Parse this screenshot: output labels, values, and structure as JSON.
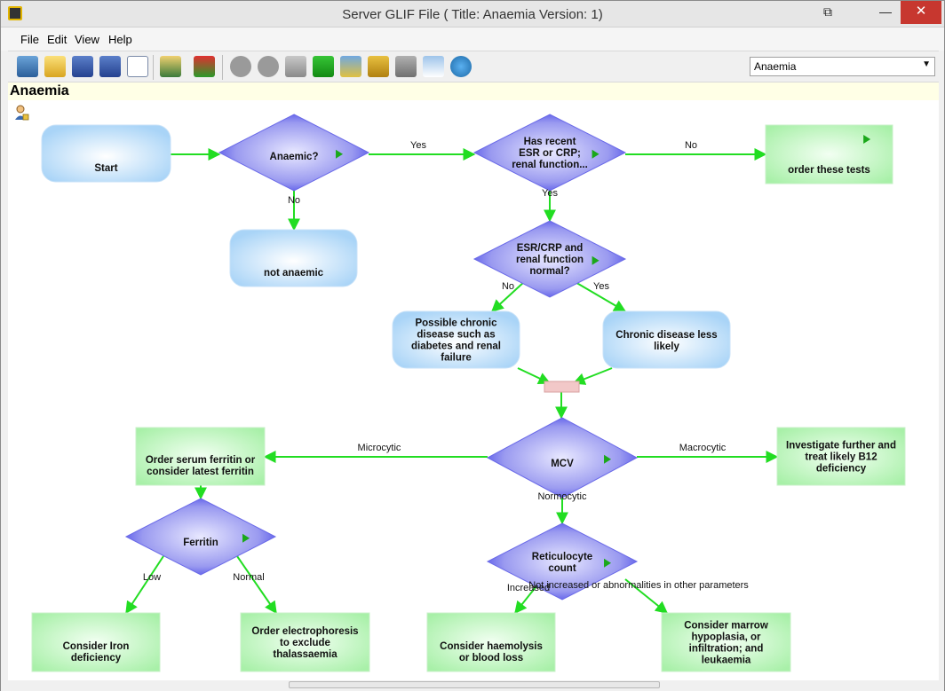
{
  "window": {
    "title": "Server GLIF File  ( Title: Anaemia Version: 1)",
    "restore_glyph": "⧉",
    "minimize_glyph": "—",
    "close_glyph": "✕"
  },
  "menu": [
    "File",
    "Edit",
    "View",
    "Help"
  ],
  "toolbar": {
    "icons": [
      "exit-icon",
      "open-folder-icon",
      "save-icon",
      "save-all-icon",
      "new-document-icon",
      "tree-view-icon",
      "hierarchy-icon",
      "back-arrow-icon",
      "forward-arrow-icon",
      "home-icon",
      "run-icon",
      "edit-pen-icon",
      "link-icon",
      "save-copy-icon",
      "copy-icon",
      "globe-icon"
    ],
    "combo_value": "Anaemia"
  },
  "document": {
    "title": "Anaemia"
  },
  "colors": {
    "rounded_node_top": "#a9d4f7",
    "rounded_node_center": "#ffffff",
    "decision_fill": "#9a9af0",
    "decision_dark": "#3d3de6",
    "action_fill": "#b4f5b4",
    "action_center": "#ebffeb",
    "edge": "#22dd22",
    "merge_fill": "#f2c8c8",
    "run_marker": "#1aa81a"
  },
  "nodes": [
    {
      "id": "start",
      "type": "rounded",
      "lines": [
        "Start"
      ]
    },
    {
      "id": "anaemic",
      "type": "decision",
      "lines": [
        "Anaemic?"
      ]
    },
    {
      "id": "recent_esr",
      "type": "decision",
      "lines": [
        "Has recent",
        "ESR or CRP;",
        "renal function..."
      ]
    },
    {
      "id": "order_tests",
      "type": "action",
      "lines": [
        "order these tests"
      ]
    },
    {
      "id": "not_anaemic",
      "type": "rounded",
      "lines": [
        "not anaemic"
      ]
    },
    {
      "id": "esr_normal",
      "type": "decision",
      "lines": [
        "ESR/CRP and",
        "renal function",
        "normal?"
      ]
    },
    {
      "id": "possible_chronic",
      "type": "rounded",
      "lines": [
        "Possible chronic",
        "disease such as",
        "diabetes and renal",
        "failure"
      ]
    },
    {
      "id": "chronic_less",
      "type": "rounded",
      "lines": [
        "Chronic disease less",
        "likely"
      ]
    },
    {
      "id": "merge",
      "type": "merge",
      "lines": []
    },
    {
      "id": "mcv",
      "type": "decision",
      "lines": [
        "MCV"
      ]
    },
    {
      "id": "serum_ferritin",
      "type": "action",
      "lines": [
        "Order serum ferritin or",
        "consider latest ferritin"
      ]
    },
    {
      "id": "investigate_b12",
      "type": "action",
      "lines": [
        "Investigate further and",
        "treat likely B12",
        "deficiency"
      ]
    },
    {
      "id": "ferritin",
      "type": "decision",
      "lines": [
        "Ferritin"
      ]
    },
    {
      "id": "reticulocyte",
      "type": "decision",
      "lines": [
        "Reticulocyte",
        "count"
      ]
    },
    {
      "id": "iron_deficiency",
      "type": "action",
      "lines": [
        "Consider Iron",
        "deficiency"
      ]
    },
    {
      "id": "electrophoresis",
      "type": "action",
      "lines": [
        "Order electrophoresis",
        "to exclude",
        "thalassaemia"
      ]
    },
    {
      "id": "haemolysis",
      "type": "action",
      "lines": [
        "Consider haemolysis",
        "or blood loss"
      ]
    },
    {
      "id": "marrow",
      "type": "action",
      "lines": [
        "Consider marrow",
        "hypoplasia, or",
        "infiltration; and",
        "leukaemia"
      ]
    }
  ],
  "edges": [
    {
      "from": "start",
      "to": "anaemic",
      "label": ""
    },
    {
      "from": "anaemic",
      "to": "recent_esr",
      "label": "Yes"
    },
    {
      "from": "recent_esr",
      "to": "order_tests",
      "label": "No"
    },
    {
      "from": "anaemic",
      "to": "not_anaemic",
      "label": "No"
    },
    {
      "from": "recent_esr",
      "to": "esr_normal",
      "label": "Yes"
    },
    {
      "from": "esr_normal",
      "to": "possible_chronic",
      "label": "No"
    },
    {
      "from": "esr_normal",
      "to": "chronic_less",
      "label": "Yes"
    },
    {
      "from": "possible_chronic",
      "to": "merge",
      "label": ""
    },
    {
      "from": "chronic_less",
      "to": "merge",
      "label": ""
    },
    {
      "from": "merge",
      "to": "mcv",
      "label": ""
    },
    {
      "from": "mcv",
      "to": "serum_ferritin",
      "label": "Microcytic"
    },
    {
      "from": "mcv",
      "to": "investigate_b12",
      "label": "Macrocytic"
    },
    {
      "from": "mcv",
      "to": "reticulocyte",
      "label": "Normocytic"
    },
    {
      "from": "serum_ferritin",
      "to": "ferritin",
      "label": ""
    },
    {
      "from": "ferritin",
      "to": "iron_deficiency",
      "label": "Low"
    },
    {
      "from": "ferritin",
      "to": "electrophoresis",
      "label": "Normal"
    },
    {
      "from": "reticulocyte",
      "to": "haemolysis",
      "label": "Increased"
    },
    {
      "from": "reticulocyte",
      "to": "marrow",
      "label": "Not increased or abnormalities in other parameters"
    }
  ]
}
